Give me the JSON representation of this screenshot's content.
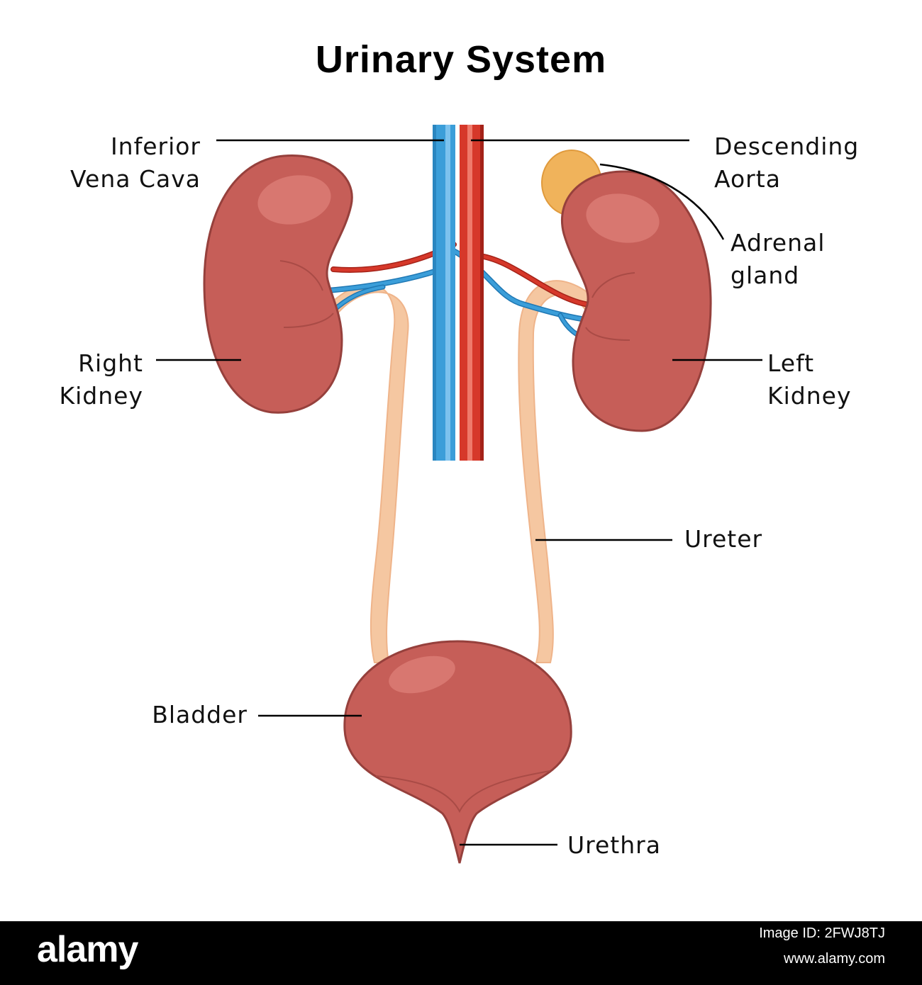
{
  "title": "Urinary System",
  "labels": {
    "inferior_vena_cava": [
      "Inferior",
      "Vena Cava"
    ],
    "descending_aorta": [
      "Descending",
      "Aorta"
    ],
    "adrenal_gland": [
      "Adrenal",
      "gland"
    ],
    "right_kidney": [
      "Right",
      "Kidney"
    ],
    "left_kidney": [
      "Left",
      "Kidney"
    ],
    "ureter": "Ureter",
    "bladder": "Bladder",
    "urethra": "Urethra"
  },
  "watermark": {
    "logo": "alamy",
    "image_id": "Image ID: 2FWJ8TJ",
    "url": "www.alamy.com"
  },
  "colors": {
    "kidney": "#c65e58",
    "kidney_outline": "#96403c",
    "kidney_highlight": "#d87770",
    "vein": "#3b9ed9",
    "artery": "#d6382a",
    "ureter": "#f5c7a1",
    "adrenal": "#f0b35b",
    "bladder": "#c65e58"
  }
}
